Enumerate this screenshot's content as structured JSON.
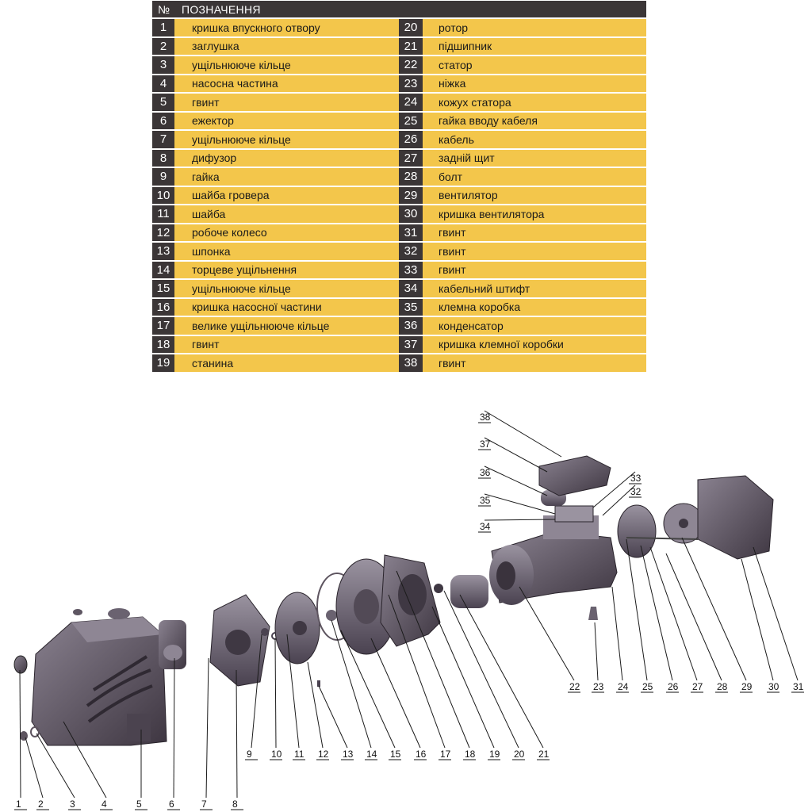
{
  "legend": {
    "header_number": "№",
    "header_title": "ПОЗНАЧЕННЯ",
    "rows": [
      {
        "left": {
          "num": "1",
          "label": "кришка впускного отвору"
        },
        "right": {
          "num": "20",
          "label": "ротор"
        }
      },
      {
        "left": {
          "num": "2",
          "label": "заглушка"
        },
        "right": {
          "num": "21",
          "label": "підшипник"
        }
      },
      {
        "left": {
          "num": "3",
          "label": "ущільнююче кільце"
        },
        "right": {
          "num": "22",
          "label": "статор"
        }
      },
      {
        "left": {
          "num": "4",
          "label": "насосна частина"
        },
        "right": {
          "num": "23",
          "label": "ніжка"
        }
      },
      {
        "left": {
          "num": "5",
          "label": "гвинт"
        },
        "right": {
          "num": "24",
          "label": "кожух статора"
        }
      },
      {
        "left": {
          "num": "6",
          "label": "ежектор"
        },
        "right": {
          "num": "25",
          "label": "гайка вводу кабеля"
        }
      },
      {
        "left": {
          "num": "7",
          "label": "ущільнююче кільце"
        },
        "right": {
          "num": "26",
          "label": "кабель"
        }
      },
      {
        "left": {
          "num": "8",
          "label": "дифузор"
        },
        "right": {
          "num": "27",
          "label": "задній щит"
        }
      },
      {
        "left": {
          "num": "9",
          "label": "гайка"
        },
        "right": {
          "num": "28",
          "label": "болт"
        }
      },
      {
        "left": {
          "num": "10",
          "label": "шайба гровера"
        },
        "right": {
          "num": "29",
          "label": "вентилятор"
        }
      },
      {
        "left": {
          "num": "11",
          "label": "шайба"
        },
        "right": {
          "num": "30",
          "label": "кришка вентилятора"
        }
      },
      {
        "left": {
          "num": "12",
          "label": "робоче колесо"
        },
        "right": {
          "num": "31",
          "label": "гвинт"
        }
      },
      {
        "left": {
          "num": "13",
          "label": "шпонка"
        },
        "right": {
          "num": "32",
          "label": "гвинт"
        }
      },
      {
        "left": {
          "num": "14",
          "label": "торцеве ущільнення"
        },
        "right": {
          "num": "33",
          "label": "гвинт"
        }
      },
      {
        "left": {
          "num": "15",
          "label": "ущільнююче кільце"
        },
        "right": {
          "num": "34",
          "label": "кабельний штифт"
        }
      },
      {
        "left": {
          "num": "16",
          "label": "кришка насосної частини"
        },
        "right": {
          "num": "35",
          "label": "клемна коробка"
        }
      },
      {
        "left": {
          "num": "17",
          "label": "велике ущільнююче  кільце"
        },
        "right": {
          "num": "36",
          "label": "конденсатор"
        }
      },
      {
        "left": {
          "num": "18",
          "label": "гвинт"
        },
        "right": {
          "num": "37",
          "label": "кришка клемної коробки"
        }
      },
      {
        "left": {
          "num": "19",
          "label": "станина"
        },
        "right": {
          "num": "38",
          "label": "гвинт"
        }
      }
    ]
  },
  "callouts": {
    "bottom": [
      "1",
      "2",
      "3",
      "4",
      "5",
      "6",
      "7",
      "8",
      "9",
      "10",
      "11",
      "12",
      "13",
      "14",
      "15",
      "16",
      "17",
      "18",
      "19",
      "20",
      "21",
      "22",
      "23",
      "24",
      "25",
      "26",
      "27",
      "28",
      "29",
      "30",
      "31"
    ],
    "top": [
      "38",
      "37",
      "36",
      "35",
      "34",
      "33",
      "32"
    ]
  },
  "colors": {
    "legend_bg": "#f3c64b",
    "legend_dark": "#3b3637",
    "part_fill": "#5e5560",
    "part_light": "#8a8290"
  }
}
